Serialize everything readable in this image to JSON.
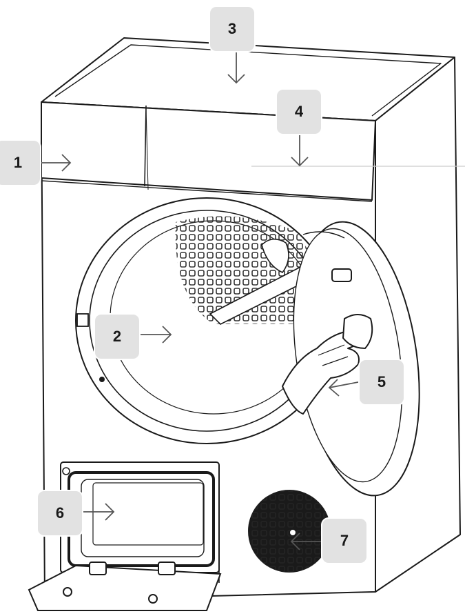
{
  "callouts": [
    {
      "id": "1",
      "label": "1"
    },
    {
      "id": "2",
      "label": "2"
    },
    {
      "id": "3",
      "label": "3"
    },
    {
      "id": "4",
      "label": "4"
    },
    {
      "id": "5",
      "label": "5"
    },
    {
      "id": "6",
      "label": "6"
    },
    {
      "id": "7",
      "label": "7"
    }
  ],
  "colors": {
    "line": "#1a1a1a",
    "callout_bg": "#e2e2e2",
    "arrow": "#555555"
  }
}
